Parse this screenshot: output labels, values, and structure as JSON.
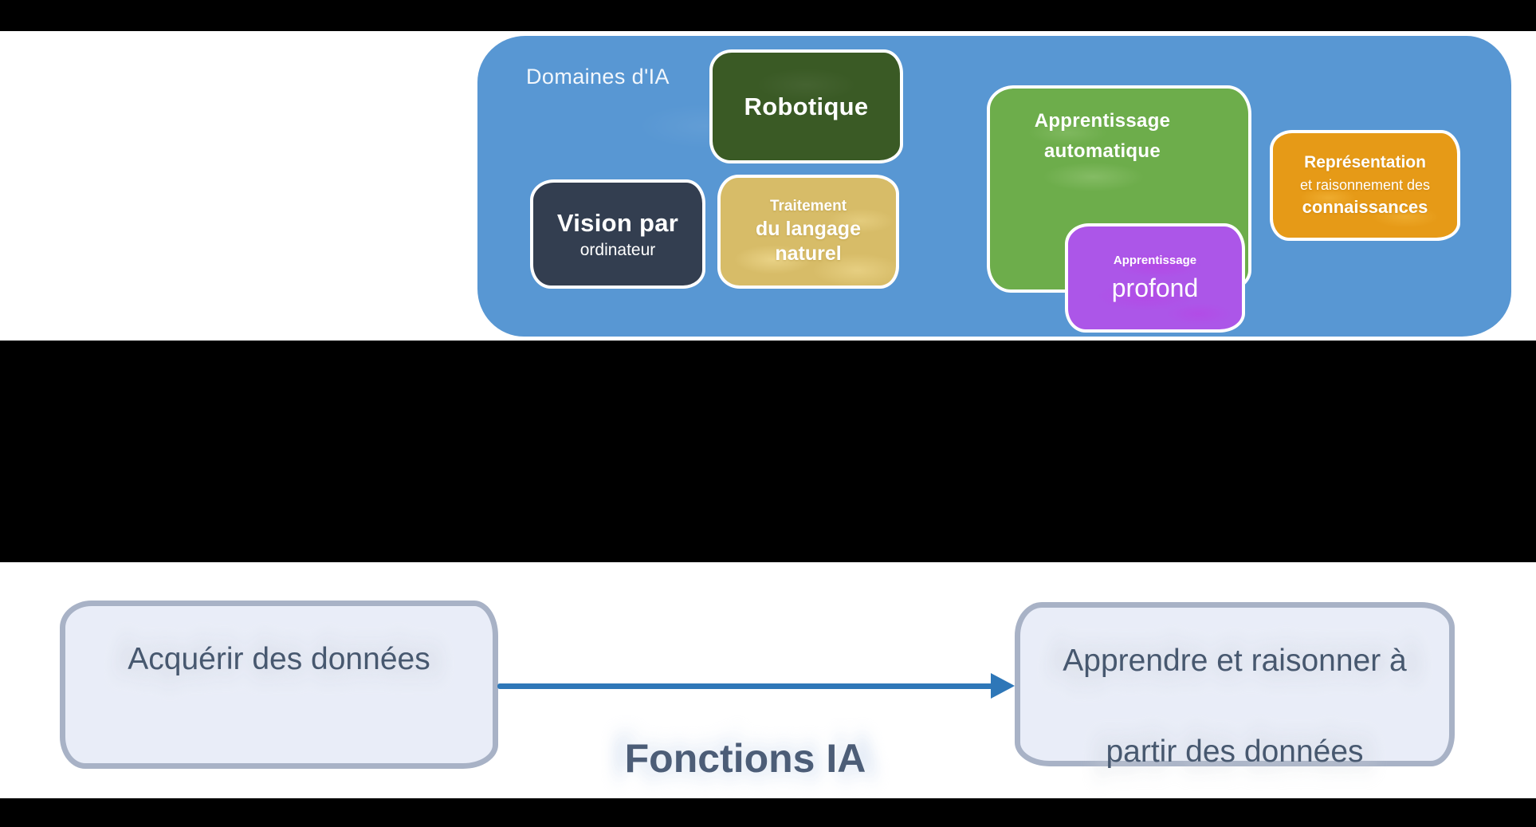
{
  "panel": {
    "title": "Domaines d'IA",
    "background_color": "#5897D3",
    "boxes": {
      "robotics": {
        "label": "Robotique",
        "color": "#3A5A25"
      },
      "vision": {
        "line1": "Vision par",
        "line2": "ordinateur",
        "color": "#333E50"
      },
      "nlp": {
        "line1": "Traitement",
        "line2": "du langage",
        "line3": "naturel",
        "color": "#D7BC68"
      },
      "ml": {
        "line1": "Apprentissage",
        "line2": "automatique",
        "color": "#6DAD4B"
      },
      "dl": {
        "line1": "Apprentissage",
        "line2": "profond",
        "color": "#AC56E8"
      },
      "knowledge": {
        "line1": "Représentation",
        "line2": "et raisonnement des",
        "line3": "connaissances",
        "color": "#E69A17"
      }
    }
  },
  "functions": {
    "title": "Fonctions IA",
    "acquire_label": "Acquérir des données",
    "learn_line1": "Apprendre et raisonner à",
    "learn_line2": "partir des données",
    "arrow_color": "#2E77B8",
    "box_fill": "#E9EDF8",
    "box_border": "#A8B2C6",
    "text_color": "#47586F"
  }
}
